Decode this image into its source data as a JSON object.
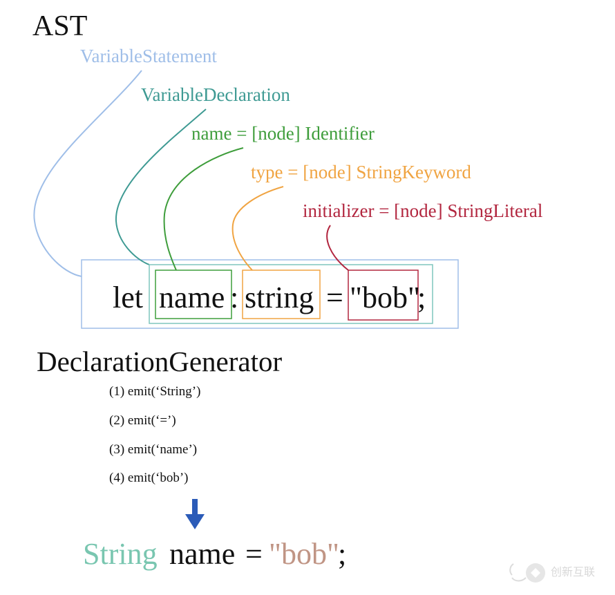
{
  "ast": {
    "title": "AST",
    "nodes": {
      "variable_statement": "VariableStatement",
      "variable_declaration": "VariableDeclaration",
      "name": "name = [node] Identifier",
      "type": "type = [node] StringKeyword",
      "initializer": "initializer = [node] StringLiteral"
    },
    "code": {
      "let": "let",
      "name": "name",
      "colon": ":",
      "type": "string",
      "equals": "=",
      "value": "\"bob\"",
      "semicolon": ";"
    }
  },
  "generator": {
    "title": "DeclarationGenerator",
    "steps": [
      "(1) emit(‘String’)",
      "(2) emit(‘=’)",
      "(3) emit(‘name’)",
      "(4) emit(‘bob’)"
    ]
  },
  "result": {
    "type": "String",
    "name": "name",
    "equals": "=",
    "value": "\"bob\"",
    "semicolon": ";"
  },
  "colors": {
    "variable_statement": "#9fbee8",
    "variable_declaration": "#3e9a93",
    "name": "#3e9d3b",
    "type": "#f0a442",
    "initializer": "#b2263f",
    "arrow": "#2b5bb8",
    "result_type": "#79c6b0",
    "result_value": "#c09585"
  },
  "icons": {
    "arrow": "down-arrow-icon",
    "watermark": "chuangxin-hulian-logo"
  },
  "watermark": {
    "text": "创新互联"
  }
}
